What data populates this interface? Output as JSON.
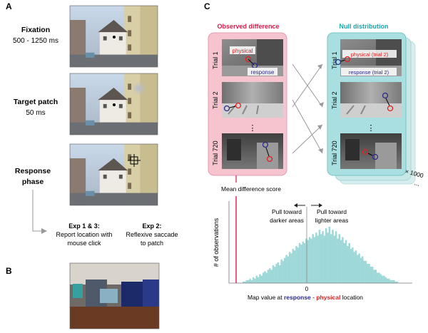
{
  "panels": {
    "a": "A",
    "b": "B",
    "c": "C"
  },
  "panel_a": {
    "fixation_title": "Fixation",
    "fixation_time": "500 - 1250 ms",
    "target_title": "Target patch",
    "target_time": "50 ms",
    "response_line1": "Response",
    "response_line2": "phase",
    "exp13_title": "Exp 1 & 3:",
    "exp13_line1": "Report location with",
    "exp13_line2": "mouse click",
    "exp2_title": "Exp 2:",
    "exp2_line1": "Reflexive saccade",
    "exp2_line2": "to patch"
  },
  "panel_c": {
    "observed_title": "Observed difference",
    "null_title": "Null distribution",
    "observed_trials": [
      "Trial 1",
      "Trial 2",
      "Trial 720"
    ],
    "null_trials": [
      "Trial 1",
      "Trial 2",
      "Trial 720"
    ],
    "physical_label": "physical",
    "response_label": "response",
    "physical_label_null": "physical (trial 2)",
    "response_label_null": "response (trial 2)",
    "ellipsis": "⋮",
    "multiplier": "× 1000",
    "mean_label": "Mean difference score",
    "pull_darker_1": "Pull toward",
    "pull_darker_2": "darker areas",
    "pull_lighter_1": "Pull toward",
    "pull_lighter_2": "lighter areas",
    "ylabel": "# of observations",
    "xtick_zero": "0",
    "xlabel_prefix": "Map value at ",
    "xlabel_response": "response",
    "xlabel_dash": " - ",
    "xlabel_physical": "physical",
    "xlabel_suffix": " location",
    "colors": {
      "observed": "#d81b4a",
      "null": "#1ea5a8",
      "physical": "#e02020",
      "response": "#2a2a8a",
      "hist": "#9fd8d8"
    }
  },
  "chart_data": {
    "type": "bar",
    "xlabel": "Map value at response - physical location",
    "ylabel": "# of observations",
    "null_distribution_counts": [
      1,
      1,
      2,
      2,
      3,
      2,
      4,
      3,
      5,
      4,
      6,
      5,
      7,
      8,
      7,
      9,
      10,
      9,
      12,
      11,
      13,
      14,
      12,
      16,
      15,
      17,
      19,
      18,
      21,
      20,
      23,
      22,
      25,
      24,
      27,
      26,
      28,
      27,
      30,
      29,
      31,
      30,
      33,
      31,
      34,
      32,
      36,
      33,
      35,
      32,
      37,
      34,
      38,
      33,
      36,
      32,
      35,
      30,
      33,
      29,
      31,
      27,
      29,
      25,
      27,
      23,
      24,
      21,
      22,
      19,
      20,
      17,
      18,
      15,
      15,
      13,
      13,
      11,
      11,
      9,
      9,
      7,
      7,
      6,
      5,
      5,
      4,
      3,
      3,
      2,
      2,
      2,
      1,
      1
    ],
    "observed_mean_label": "Mean difference score"
  }
}
